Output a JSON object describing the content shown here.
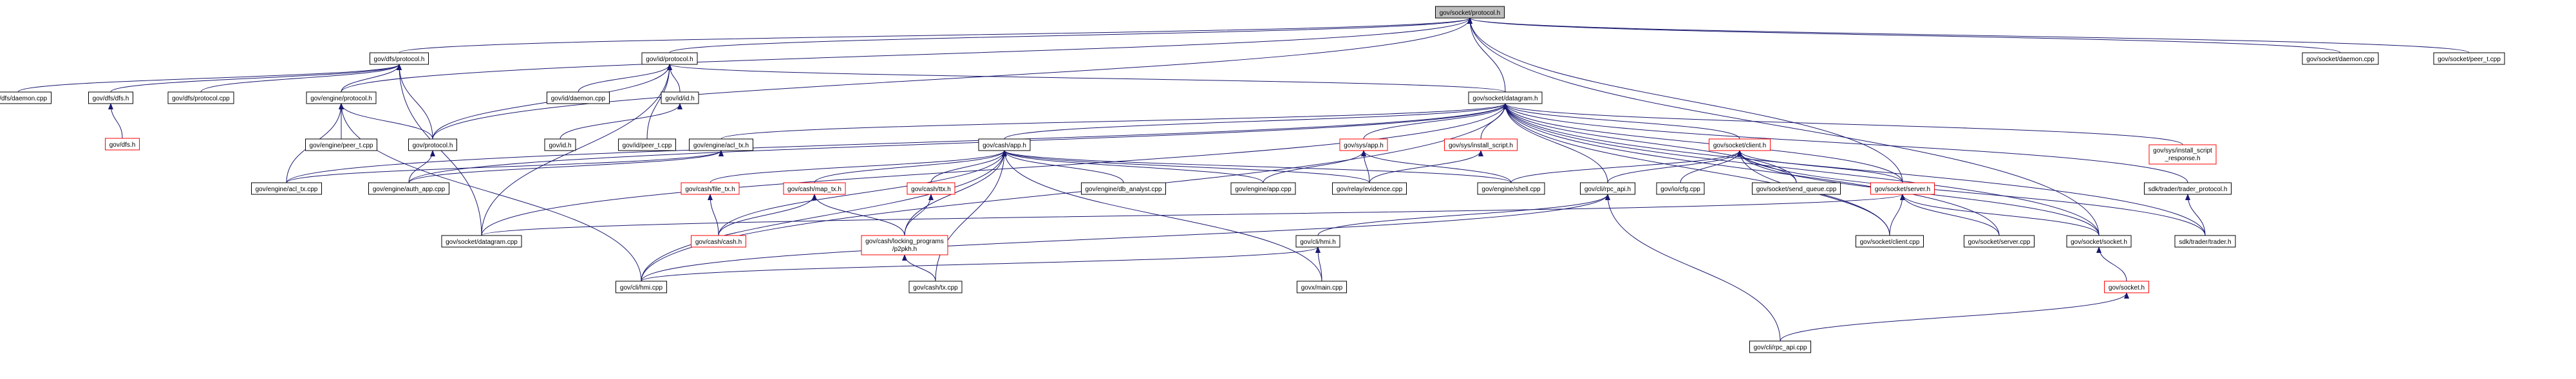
{
  "nodes": [
    {
      "id": "root",
      "label": "gov/socket/protocol.h",
      "style": "root",
      "link": false
    },
    {
      "id": "dfs_protocol",
      "label": "gov/dfs/protocol.h",
      "style": "black",
      "link": true
    },
    {
      "id": "id_protocol",
      "label": "gov/id/protocol.h",
      "style": "black",
      "link": true
    },
    {
      "id": "datagram_h",
      "label": "gov/socket/datagram.h",
      "style": "black",
      "link": true
    },
    {
      "id": "daemon_cpp",
      "label": "gov/socket/daemon.cpp",
      "style": "black",
      "link": true
    },
    {
      "id": "peer_t_cpp",
      "label": "gov/socket/peer_t.cpp",
      "style": "black",
      "link": true
    },
    {
      "id": "dfs_daemon_cpp",
      "label": "gov/dfs/daemon.cpp",
      "style": "black",
      "link": true
    },
    {
      "id": "dfs_dfs_h",
      "label": "gov/dfs/dfs.h",
      "style": "black",
      "link": true
    },
    {
      "id": "dfs_protocol_cpp",
      "label": "gov/dfs/protocol.cpp",
      "style": "black",
      "link": true
    },
    {
      "id": "engine_protocol",
      "label": "gov/engine/protocol.h",
      "style": "black",
      "link": true
    },
    {
      "id": "id_daemon_cpp",
      "label": "gov/id/daemon.cpp",
      "style": "black",
      "link": true
    },
    {
      "id": "id_id_h",
      "label": "gov/id/id.h",
      "style": "black",
      "link": true
    },
    {
      "id": "dfs_h",
      "label": "gov/dfs.h",
      "style": "red",
      "link": true
    },
    {
      "id": "engine_peer_t",
      "label": "gov/engine/peer_t.cpp",
      "style": "black",
      "link": true
    },
    {
      "id": "protocol_h",
      "label": "gov/protocol.h",
      "style": "black",
      "link": true
    },
    {
      "id": "id_h",
      "label": "gov/id.h",
      "style": "black",
      "link": true
    },
    {
      "id": "id_peer_t",
      "label": "gov/id/peer_t.cpp",
      "style": "black",
      "link": true
    },
    {
      "id": "engine_acl_tx_h",
      "label": "gov/engine/acl_tx.h",
      "style": "black",
      "link": true
    },
    {
      "id": "cash_app_h",
      "label": "gov/cash/app.h",
      "style": "black",
      "link": true
    },
    {
      "id": "sys_app_h",
      "label": "gov/sys/app.h",
      "style": "red",
      "link": true
    },
    {
      "id": "sys_install_script",
      "label": "gov/sys/install_script.h",
      "style": "red",
      "link": true
    },
    {
      "id": "socket_client_h",
      "label": "gov/socket/client.h",
      "style": "red",
      "link": true
    },
    {
      "id": "sys_install_resp",
      "label": "gov/sys/install_script\n_response.h",
      "style": "red",
      "link": true
    },
    {
      "id": "engine_acl_tx_cpp",
      "label": "gov/engine/acl_tx.cpp",
      "style": "black",
      "link": true
    },
    {
      "id": "engine_auth_app",
      "label": "gov/engine/auth_app.cpp",
      "style": "black",
      "link": true
    },
    {
      "id": "cash_file_tx",
      "label": "gov/cash/file_tx.h",
      "style": "red",
      "link": true
    },
    {
      "id": "cash_map_tx",
      "label": "gov/cash/map_tx.h",
      "style": "red",
      "link": true
    },
    {
      "id": "cash_ttx",
      "label": "gov/cash/ttx.h",
      "style": "red",
      "link": true
    },
    {
      "id": "engine_db_analyst",
      "label": "gov/engine/db_analyst.cpp",
      "style": "black",
      "link": true
    },
    {
      "id": "engine_app_cpp",
      "label": "gov/engine/app.cpp",
      "style": "black",
      "link": true
    },
    {
      "id": "relay_evidence",
      "label": "gov/relay/evidence.cpp",
      "style": "black",
      "link": true
    },
    {
      "id": "engine_shell",
      "label": "gov/engine/shell.cpp",
      "style": "black",
      "link": true
    },
    {
      "id": "cli_rpc_api_h",
      "label": "gov/cli/rpc_api.h",
      "style": "black",
      "link": true
    },
    {
      "id": "io_cfg",
      "label": "gov/io/cfg.cpp",
      "style": "black",
      "link": true
    },
    {
      "id": "socket_send_queue",
      "label": "gov/socket/send_queue.cpp",
      "style": "black",
      "link": true
    },
    {
      "id": "socket_server_h",
      "label": "gov/socket/server.h",
      "style": "red",
      "link": true
    },
    {
      "id": "sdk_trader_protocol",
      "label": "sdk/trader/trader_protocol.h",
      "style": "black",
      "link": true
    },
    {
      "id": "socket_datagram_cpp",
      "label": "gov/socket/datagram.cpp",
      "style": "black",
      "link": true
    },
    {
      "id": "cash_cash_h",
      "label": "gov/cash/cash.h",
      "style": "red",
      "link": true
    },
    {
      "id": "cash_locking",
      "label": "gov/cash/locking_programs\n/p2pkh.h",
      "style": "red",
      "link": true
    },
    {
      "id": "cli_hmi_h",
      "label": "gov/cli/hmi.h",
      "style": "black",
      "link": true
    },
    {
      "id": "socket_client_cpp",
      "label": "gov/socket/client.cpp",
      "style": "black",
      "link": true
    },
    {
      "id": "socket_server_cpp",
      "label": "gov/socket/server.cpp",
      "style": "black",
      "link": true
    },
    {
      "id": "socket_socket_h",
      "label": "gov/socket/socket.h",
      "style": "black",
      "link": true
    },
    {
      "id": "sdk_trader_h",
      "label": "sdk/trader/trader.h",
      "style": "black",
      "link": true
    },
    {
      "id": "cli_hmi_cpp",
      "label": "gov/cli/hmi.cpp",
      "style": "black",
      "link": true
    },
    {
      "id": "cash_tx_cpp",
      "label": "gov/cash/tx.cpp",
      "style": "black",
      "link": true
    },
    {
      "id": "govx_main",
      "label": "govx/main.cpp",
      "style": "black",
      "link": true
    },
    {
      "id": "socket_h",
      "label": "gov/socket.h",
      "style": "red",
      "link": true
    },
    {
      "id": "cli_rpc_api_cpp",
      "label": "gov/cli/rpc_api.cpp",
      "style": "black",
      "link": true
    }
  ],
  "edges": [
    [
      "dfs_protocol",
      "root"
    ],
    [
      "id_protocol",
      "root"
    ],
    [
      "datagram_h",
      "root"
    ],
    [
      "daemon_cpp",
      "root"
    ],
    [
      "peer_t_cpp",
      "root"
    ],
    [
      "engine_protocol",
      "root"
    ],
    [
      "protocol_h",
      "root"
    ],
    [
      "socket_socket_h",
      "root"
    ],
    [
      "socket_server_h",
      "root"
    ],
    [
      "dfs_daemon_cpp",
      "dfs_protocol"
    ],
    [
      "dfs_dfs_h",
      "dfs_protocol"
    ],
    [
      "dfs_protocol_cpp",
      "dfs_protocol"
    ],
    [
      "engine_protocol",
      "dfs_protocol"
    ],
    [
      "protocol_h",
      "dfs_protocol"
    ],
    [
      "socket_datagram_cpp",
      "dfs_protocol"
    ],
    [
      "dfs_h",
      "dfs_dfs_h"
    ],
    [
      "id_daemon_cpp",
      "id_protocol"
    ],
    [
      "id_id_h",
      "id_protocol"
    ],
    [
      "id_peer_t",
      "id_protocol"
    ],
    [
      "protocol_h",
      "id_protocol"
    ],
    [
      "socket_datagram_cpp",
      "id_protocol"
    ],
    [
      "datagram_h",
      "id_protocol"
    ],
    [
      "id_h",
      "id_id_h"
    ],
    [
      "engine_peer_t",
      "engine_protocol"
    ],
    [
      "protocol_h",
      "engine_protocol"
    ],
    [
      "engine_acl_tx_cpp",
      "engine_protocol"
    ],
    [
      "cli_hmi_cpp",
      "engine_protocol"
    ],
    [
      "engine_auth_app",
      "protocol_h"
    ],
    [
      "engine_acl_tx_h",
      "datagram_h"
    ],
    [
      "cash_app_h",
      "datagram_h"
    ],
    [
      "sys_app_h",
      "datagram_h"
    ],
    [
      "sys_install_script",
      "datagram_h"
    ],
    [
      "socket_client_h",
      "datagram_h"
    ],
    [
      "sys_install_resp",
      "datagram_h"
    ],
    [
      "cli_rpc_api_h",
      "datagram_h"
    ],
    [
      "socket_send_queue",
      "datagram_h"
    ],
    [
      "socket_server_h",
      "datagram_h"
    ],
    [
      "sdk_trader_protocol",
      "datagram_h"
    ],
    [
      "socket_datagram_cpp",
      "datagram_h"
    ],
    [
      "cli_hmi_cpp",
      "datagram_h"
    ],
    [
      "socket_client_cpp",
      "datagram_h"
    ],
    [
      "socket_server_cpp",
      "datagram_h"
    ],
    [
      "socket_socket_h",
      "datagram_h"
    ],
    [
      "sdk_trader_h",
      "datagram_h"
    ],
    [
      "engine_auth_app",
      "datagram_h"
    ],
    [
      "engine_acl_tx_cpp",
      "datagram_h"
    ],
    [
      "engine_acl_tx_cpp",
      "engine_acl_tx_h"
    ],
    [
      "engine_auth_app",
      "engine_acl_tx_h"
    ],
    [
      "cash_file_tx",
      "cash_app_h"
    ],
    [
      "cash_map_tx",
      "cash_app_h"
    ],
    [
      "cash_ttx",
      "cash_app_h"
    ],
    [
      "engine_db_analyst",
      "cash_app_h"
    ],
    [
      "engine_app_cpp",
      "cash_app_h"
    ],
    [
      "relay_evidence",
      "cash_app_h"
    ],
    [
      "engine_shell",
      "cash_app_h"
    ],
    [
      "cash_cash_h",
      "cash_app_h"
    ],
    [
      "cash_locking",
      "cash_app_h"
    ],
    [
      "cli_hmi_cpp",
      "cash_app_h"
    ],
    [
      "cash_tx_cpp",
      "cash_app_h"
    ],
    [
      "govx_main",
      "cash_app_h"
    ],
    [
      "engine_app_cpp",
      "sys_app_h"
    ],
    [
      "relay_evidence",
      "sys_app_h"
    ],
    [
      "engine_shell",
      "sys_app_h"
    ],
    [
      "relay_evidence",
      "sys_install_script"
    ],
    [
      "cli_rpc_api_h",
      "socket_client_h"
    ],
    [
      "io_cfg",
      "socket_client_h"
    ],
    [
      "socket_send_queue",
      "socket_client_h"
    ],
    [
      "socket_server_h",
      "socket_client_h"
    ],
    [
      "engine_shell",
      "socket_client_h"
    ],
    [
      "socket_client_cpp",
      "socket_client_h"
    ],
    [
      "socket_socket_h",
      "socket_client_h"
    ],
    [
      "sdk_trader_h",
      "socket_client_h"
    ],
    [
      "cash_cash_h",
      "cash_file_tx"
    ],
    [
      "cash_locking",
      "cash_map_tx"
    ],
    [
      "cash_cash_h",
      "cash_map_tx"
    ],
    [
      "cash_locking",
      "cash_ttx"
    ],
    [
      "cash_tx_cpp",
      "cash_locking"
    ],
    [
      "cli_hmi_h",
      "cli_rpc_api_h"
    ],
    [
      "cli_rpc_api_cpp",
      "cli_rpc_api_h"
    ],
    [
      "cli_hmi_cpp",
      "cli_rpc_api_h"
    ],
    [
      "cli_hmi_cpp",
      "cli_hmi_h"
    ],
    [
      "govx_main",
      "cli_hmi_h"
    ],
    [
      "socket_client_cpp",
      "socket_server_h"
    ],
    [
      "socket_server_cpp",
      "socket_server_h"
    ],
    [
      "socket_socket_h",
      "socket_server_h"
    ],
    [
      "socket_datagram_cpp",
      "socket_server_h"
    ],
    [
      "sdk_trader_h",
      "sdk_trader_protocol"
    ],
    [
      "socket_h",
      "socket_socket_h"
    ],
    [
      "cli_rpc_api_cpp",
      "socket_h"
    ]
  ]
}
